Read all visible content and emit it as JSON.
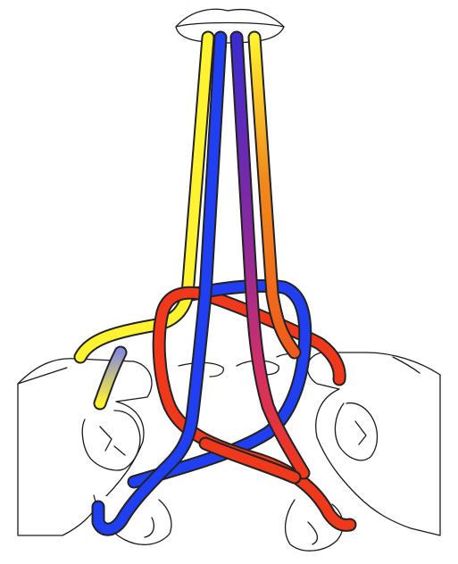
{
  "colors": {
    "yellow": "#fff230",
    "blue": "#1f3ff0",
    "purple": "#6a2aa8",
    "orange": "#f08a1c",
    "red": "#f0381c",
    "outline": "#1a1a1a",
    "background": "#ffffff"
  },
  "icons": {
    "cap": "bead-cap",
    "hands": "two-hands",
    "strands": [
      "yellow-strand",
      "blue-strand",
      "purple-red-strand",
      "orange-red-strand"
    ]
  }
}
